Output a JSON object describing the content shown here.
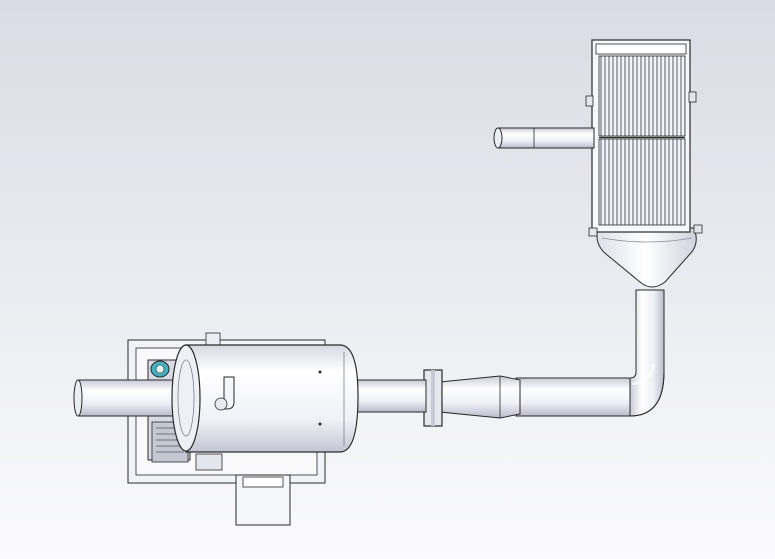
{
  "scene": {
    "background_top": "#d9dce4",
    "background_bottom": "#fbfbfd",
    "part_fill": "#f3f4fa",
    "part_shade": "#c9cbd6",
    "edge_color": "#2b2b2b",
    "accent_color": "#3fb1bf",
    "components": [
      "intake-pipe",
      "base-frame",
      "fan-motor-assembly",
      "cylindrical-tank",
      "outlet-pipe",
      "flange",
      "reducer-cone",
      "duct-with-elbow",
      "hopper",
      "heat-exchanger",
      "side-nozzle"
    ]
  }
}
